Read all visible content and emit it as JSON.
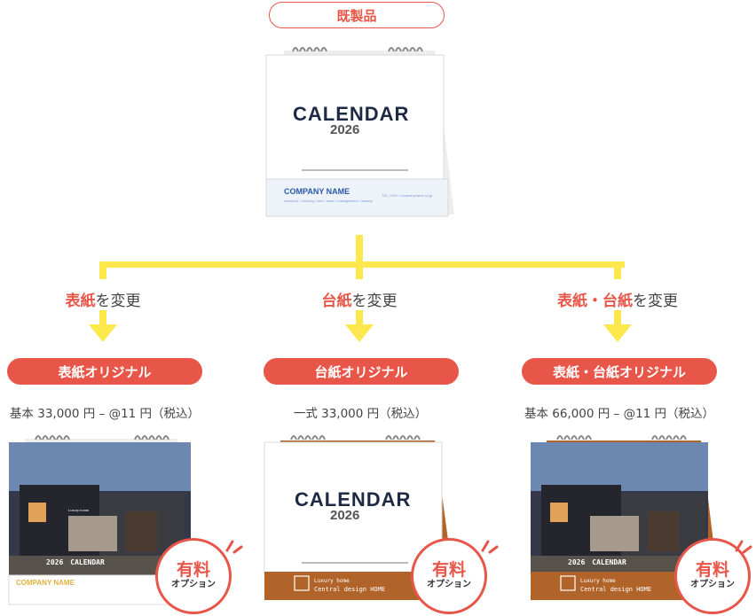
{
  "header": {
    "existing_label": "既製品"
  },
  "top_calendar": {
    "title": "CALENDAR",
    "year": "2026",
    "company": "COMPANY NAME",
    "company_sub": "construct / housing / new / sales / management / leasing",
    "contact": "TEL / FAX / companyname.co.jp"
  },
  "branches": [
    {
      "change_em": "表紙",
      "change_rest": "を変更",
      "option_label": "表紙オリジナル",
      "price": "基本 33,000 円 – @11 円（税込）",
      "calendar": {
        "footer_title": "2026　CALENDAR",
        "company": "COMPANY NAME",
        "logo_text": "Luxury home"
      },
      "badge": {
        "line1": "有料",
        "line2": "オプション"
      }
    },
    {
      "change_em": "台紙",
      "change_rest": "を変更",
      "option_label": "台紙オリジナル",
      "price": "一式 33,000 円（税込）",
      "calendar": {
        "title": "CALENDAR",
        "year": "2026",
        "base_line1": "Luxury home",
        "base_line2": "Central design HOME"
      },
      "badge": {
        "line1": "有料",
        "line2": "オプション"
      }
    },
    {
      "change_em": "表紙・台紙",
      "change_rest": "を変更",
      "option_label": "表紙・台紙オリジナル",
      "price": "基本 66,000 円 – @11 円（税込）",
      "calendar": {
        "footer_title": "2026　CALENDAR",
        "base_line1": "Luxury home",
        "base_line2": "Central design HOME"
      },
      "badge": {
        "line1": "有料",
        "line2": "オプション"
      }
    }
  ],
  "colors": {
    "accent": "#e8564a",
    "connector": "#fce84c",
    "base_brown": "#b0642a"
  }
}
